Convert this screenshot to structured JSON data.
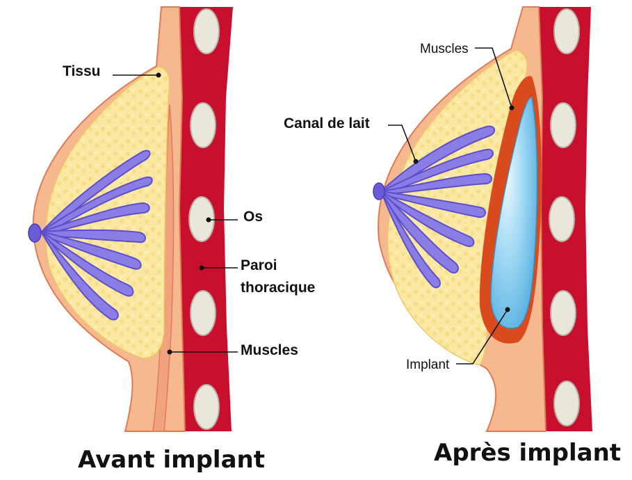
{
  "left_panel": {
    "caption": "Avant implant",
    "labels": {
      "tissue": "Tissu",
      "bone": "Os",
      "chest_wall_line1": "Paroi",
      "chest_wall_line2": "thoracique",
      "muscles": "Muscles"
    }
  },
  "right_panel": {
    "caption": "Après implant",
    "labels": {
      "muscles": "Muscles",
      "milk_duct": "Canal de lait",
      "implant": "Implant"
    }
  },
  "colors": {
    "skin": "#f6b98f",
    "skin_outline": "#e07a55",
    "fat": "#fbe9a3",
    "gland": "#8a7de6",
    "gland_outline": "#5d4fc9",
    "chest_wall": "#c8102e",
    "bone": "#ebe6dc",
    "implant": "#8fd0f0",
    "muscle_dark": "#d94a1c"
  }
}
